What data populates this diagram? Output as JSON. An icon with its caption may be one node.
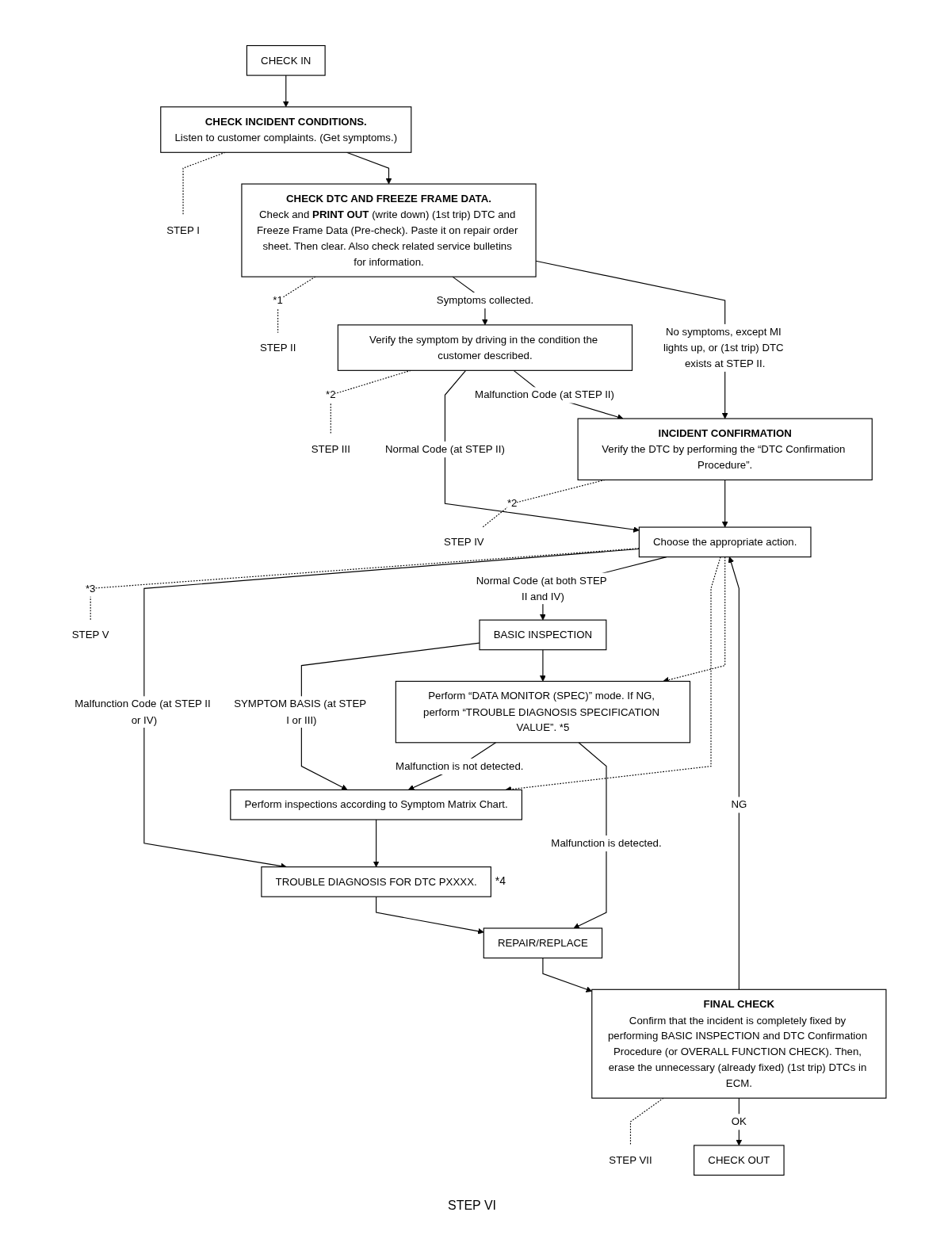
{
  "diagram": {
    "nodes": [
      {
        "text": [
          "CHECK IN"
        ]
      },
      {
        "text": [
          "CHECK INCIDENT CONDITIONS.",
          "Listen to customer complaints. (Get symptoms.)"
        ]
      },
      {
        "text": [
          "STEP I"
        ]
      },
      {
        "text": [
          "CHECK DTC AND FREEZE FRAME DATA.",
          "Check and **PRINT OUT** (write down) (1st trip) DTC and Freeze Frame Data (Pre-check). Paste it on repair order sheet. Then clear. Also check related service bulletins for information."
        ]
      },
      {
        "text": [
          "STEP II"
        ]
      },
      {
        "text": [
          "Verify the symptom by driving in the condition the customer described."
        ]
      },
      {
        "text": [
          "STEP III"
        ]
      },
      {
        "text": [
          "INCIDENT CONFIRMATION",
          "Verify the DTC by performing the “DTC Confirmation Procedure”."
        ]
      },
      {
        "text": [
          "STEP IV"
        ]
      },
      {
        "text": [
          "Choose the appropriate action."
        ]
      },
      {
        "text": [
          "STEP V"
        ]
      },
      {
        "text": [
          "BASIC INSPECTION"
        ]
      },
      {
        "text": [
          "Perform inspections according to Symptom Matrix Chart."
        ]
      },
      {
        "text": [
          "Perform “DATA MONITOR (SPEC)” mode. If NG, perform “TROUBLE DIAGNOSIS SPECIFICATION VALUE”. *5"
        ]
      },
      {
        "text": [
          "TROUBLE DIAGNOSIS FOR DTC PXXXX."
        ],
        "beside": [
          "*4"
        ]
      },
      {
        "text": [
          "REPAIR/REPLACE"
        ]
      },
      {
        "text": [
          "FINAL CHECK",
          "Confirm that the incident is completely fixed by performing BASIC INSPECTION and DTC Confirmation Procedure (or OVERALL FUNCTION CHECK). Then, erase the unnecessary (already fixed) (1st trip) DTCs in ECM."
        ]
      },
      {
        "text": [
          "STEP VII"
        ]
      },
      {
        "text": [
          "CHECK OUT"
        ]
      }
    ],
    "edges": [
      {
        "from": 0,
        "to": 1,
        "arrow": "to"
      },
      {
        "from": 1,
        "to": 2,
        "arrow": "none",
        "style": "dashed"
      },
      {
        "from": 1,
        "to": 3,
        "arrow": "to"
      },
      {
        "from": 3,
        "to": 4,
        "arrow": "none",
        "style": "dashed",
        "label": "*1"
      },
      {
        "from": 3,
        "to": 5,
        "arrow": "to",
        "label": "Symptoms collected."
      },
      {
        "from": 3,
        "to": 7,
        "arrow": "to",
        "label": "No symptoms, except MI lights up, or (1st trip) DTC exists at STEP II."
      },
      {
        "from": 5,
        "to": 6,
        "arrow": "none",
        "style": "dashed",
        "label": "*2"
      },
      {
        "from": 5,
        "to": 9,
        "arrow": "to",
        "label": "Normal Code (at STEP II)"
      },
      {
        "from": 5,
        "to": 7,
        "arrow": "to",
        "label": "Malfunction Code (at STEP II)"
      },
      {
        "from": 7,
        "to": 8,
        "arrow": "none",
        "style": "dashed",
        "label": "*2"
      },
      {
        "from": 7,
        "to": 9,
        "arrow": "to"
      },
      {
        "from": 9,
        "to": 10,
        "arrow": "none",
        "style": "dashed",
        "label": "*3"
      },
      {
        "from": 9,
        "to": 14,
        "arrow": "to",
        "label": "Malfunction Code (at STEP II or IV)"
      },
      {
        "from": 9,
        "to": 11,
        "arrow": "to",
        "label": "Normal Code (at both STEP II and IV)"
      },
      {
        "from": 11,
        "to": 12,
        "arrow": "to",
        "label": "SYMPTOM BASIS (at STEP I or III)"
      },
      {
        "from": 11,
        "to": 13,
        "arrow": "to"
      },
      {
        "from": 9,
        "to": 12,
        "arrow": "to",
        "style": "dashed"
      },
      {
        "from": 9,
        "to": 13,
        "arrow": "to",
        "style": "dashed"
      },
      {
        "from": 13,
        "to": 12,
        "arrow": "to",
        "label": "Malfunction is not detected."
      },
      {
        "from": 12,
        "to": 14,
        "arrow": "to"
      },
      {
        "from": 13,
        "to": 15,
        "arrow": "to",
        "label": "Malfunction is detected."
      },
      {
        "from": 14,
        "to": 15,
        "arrow": "to"
      },
      {
        "from": 15,
        "to": 16,
        "arrow": "to"
      },
      {
        "from": 16,
        "to": 17,
        "arrow": "none",
        "style": "dashed"
      },
      {
        "from": 16,
        "to": 9,
        "arrow": "to",
        "label": "NG"
      },
      {
        "from": 16,
        "to": 18,
        "arrow": "to",
        "label": "OK"
      }
    ],
    "labels": [
      "STEP VI"
    ]
  }
}
